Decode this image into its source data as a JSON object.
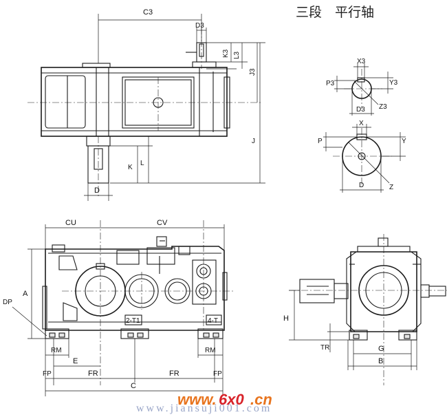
{
  "title": "三段　平行轴",
  "watermark": {
    "prefix": "www.",
    "domain": "6x0",
    "suffix": ".cn",
    "url": "www.jiansuji001.com"
  },
  "labels": {
    "c3": "C3",
    "d3": "D3",
    "k3": "K3",
    "l3": "L3",
    "j3": "J3",
    "j": "J",
    "k": "K",
    "l": "L",
    "d": "D",
    "x3": "X3",
    "p3": "P3",
    "y3": "Y3",
    "d3s": "D3",
    "z3": "Z3",
    "x": "X",
    "p": "P",
    "y": "Y",
    "ds": "D",
    "z": "Z",
    "cu": "CU",
    "cv": "CV",
    "a": "A",
    "dp": "DP",
    "t1": "2-T1",
    "t": "4-T",
    "rm1": "RM",
    "rm2": "RM",
    "e": "E",
    "fp1": "FP",
    "fr1": "FR",
    "fr2": "FR",
    "fp2": "FP",
    "c": "C",
    "h": "H",
    "tr": "TR",
    "g": "G",
    "b": "B"
  }
}
